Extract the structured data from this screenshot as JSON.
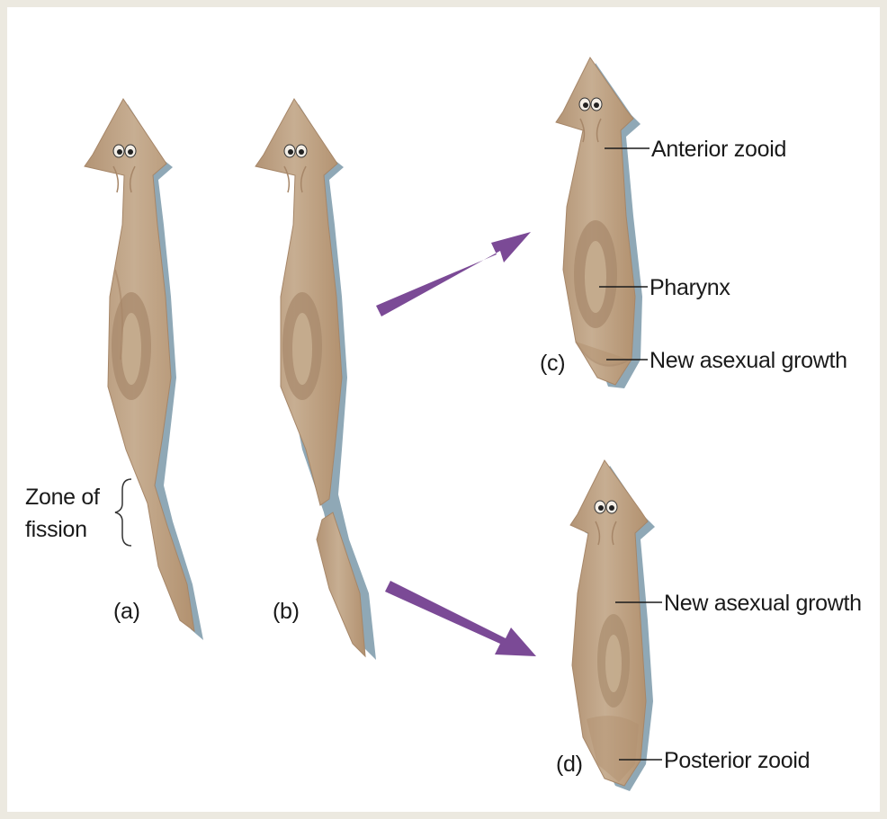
{
  "figure": {
    "panels": {
      "a": "(a)",
      "b": "(b)",
      "c": "(c)",
      "d": "(d)"
    },
    "zone_label_line1": "Zone of",
    "zone_label_line2": "fission",
    "labels_c": {
      "anterior": "Anterior zooid",
      "pharynx": "Pharynx",
      "growth": "New asexual growth"
    },
    "labels_d": {
      "growth": "New asexual growth",
      "posterior": "Posterior zooid"
    }
  },
  "colors": {
    "body": "#c2a88a",
    "body_dark": "#a8896a",
    "shadow": "#8fa5b0",
    "pharynx": "#a88a6c",
    "arrow": "#7b4a96"
  }
}
